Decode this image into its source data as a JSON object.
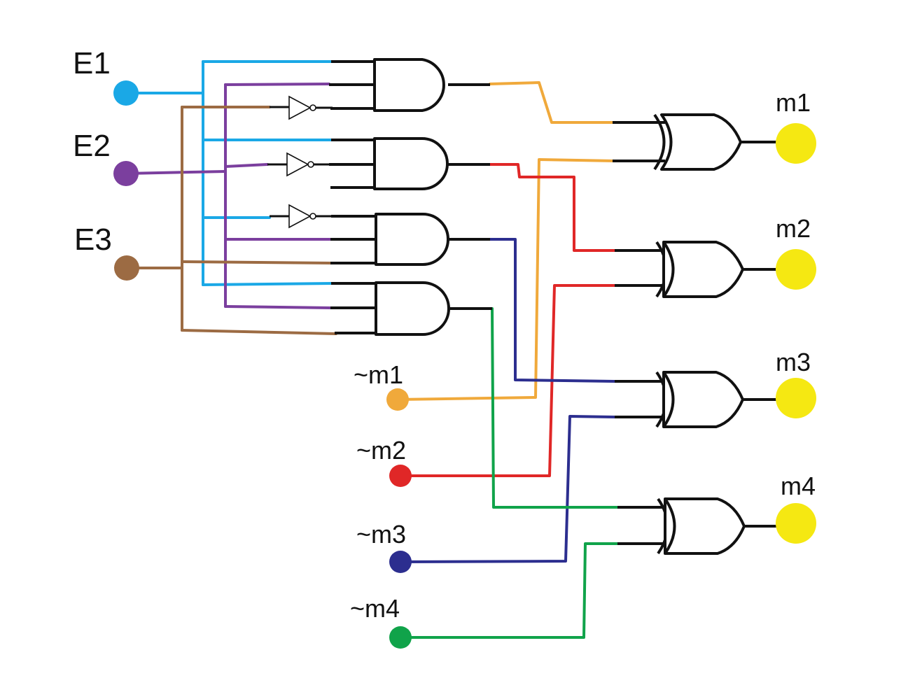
{
  "colors": {
    "E1": "#1aa8e6",
    "E2": "#7b3f9e",
    "E3": "#9c6b43",
    "m1": "#f0a93b",
    "m2": "#e02727",
    "m3": "#2c2e8f",
    "m4": "#10a34a",
    "output": "#f5e812",
    "gate": "#111111"
  },
  "inputs": {
    "E1": "E1",
    "E2": "E2",
    "E3": "E3"
  },
  "prev_inputs": {
    "m1": "~m1",
    "m2": "~m2",
    "m3": "~m3",
    "m4": "~m4"
  },
  "outputs": {
    "m1": "m1",
    "m2": "m2",
    "m3": "m3",
    "m4": "m4"
  },
  "gates": {
    "and": [
      "AND",
      "AND",
      "AND",
      "AND"
    ],
    "xor": [
      "XOR",
      "XOR",
      "XOR",
      "XOR"
    ],
    "not": [
      "NOT",
      "NOT",
      "NOT"
    ]
  }
}
